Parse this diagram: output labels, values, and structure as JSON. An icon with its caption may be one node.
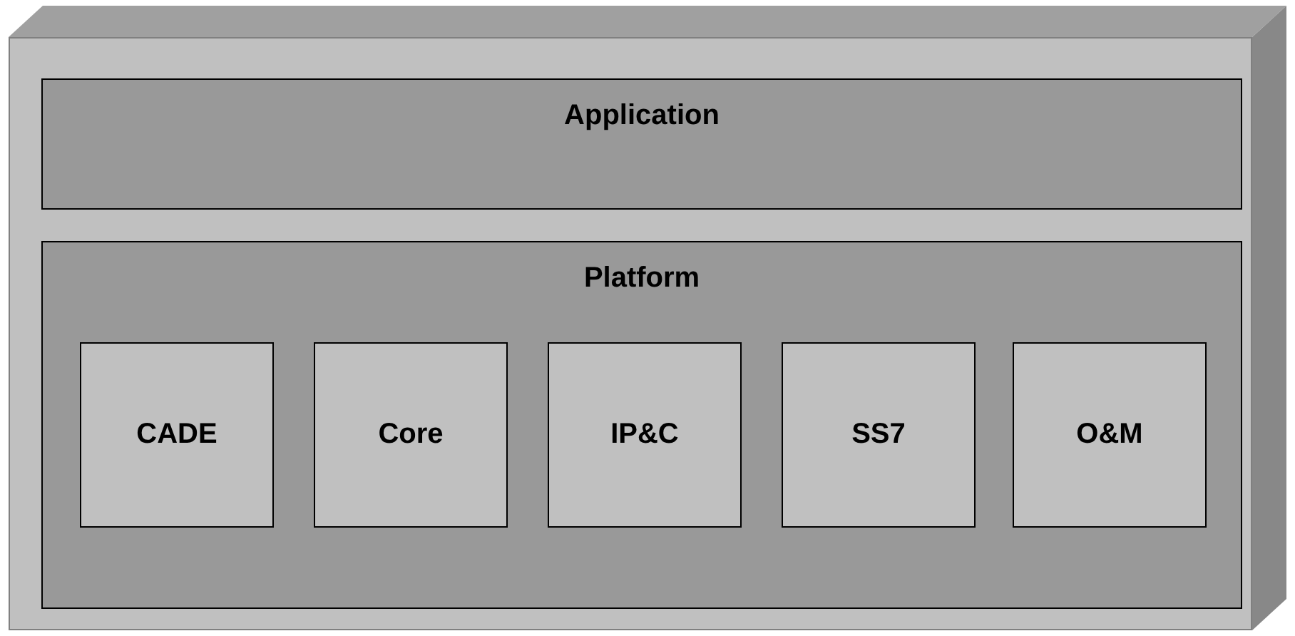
{
  "diagram": {
    "nodes": [
      {
        "text": [],
        "shape": "box"
      },
      {
        "text": [
          "Application"
        ],
        "in": 0
      },
      {
        "text": [
          "Platform"
        ],
        "in": 0
      },
      {
        "text": [
          "CADE"
        ],
        "in": 2
      },
      {
        "text": [
          "Core"
        ],
        "in": 2
      },
      {
        "text": [
          "IP&C"
        ],
        "in": 2
      },
      {
        "text": [
          "SS7"
        ],
        "in": 2
      },
      {
        "text": [
          "O&M"
        ],
        "in": 2
      }
    ]
  }
}
